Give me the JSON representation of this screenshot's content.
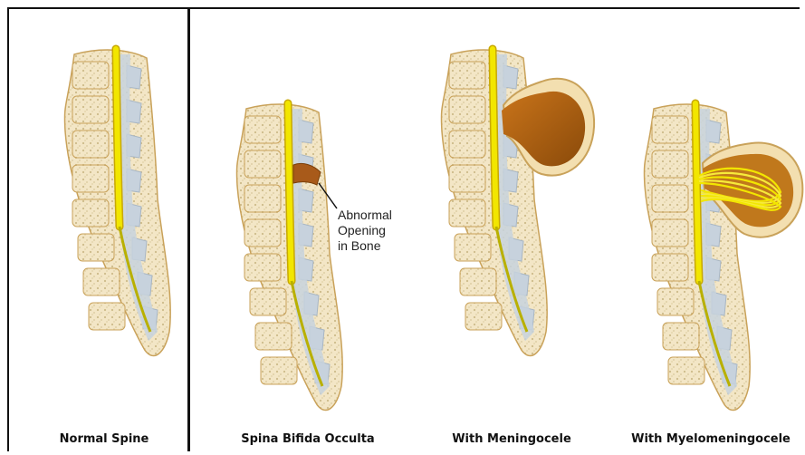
{
  "panels": [
    {
      "id": "normal",
      "caption": "Normal Spine"
    },
    {
      "id": "occulta",
      "caption": "Spina Bifida Occulta"
    },
    {
      "id": "meningocele",
      "caption": "With Meningocele"
    },
    {
      "id": "myelomeningocele",
      "caption": "With Myelomeningocele"
    }
  ],
  "callout": {
    "lines": [
      "Abnormal",
      "Opening",
      "in Bone"
    ]
  },
  "colors": {
    "frame": "#111111",
    "bone": "#f3e6c6",
    "bone_outline": "#c9a25a",
    "bone_texture": "#cdbb8a",
    "cord": "#f2e600",
    "cord_outline": "#c8a800",
    "canal": "#c7d2dd",
    "sac_fluid": "#b8650f",
    "sac_rim": "#f3dfb0"
  },
  "icons": {
    "spine": "spine-illustration-icon",
    "sac": "meningocele-sac-icon"
  }
}
